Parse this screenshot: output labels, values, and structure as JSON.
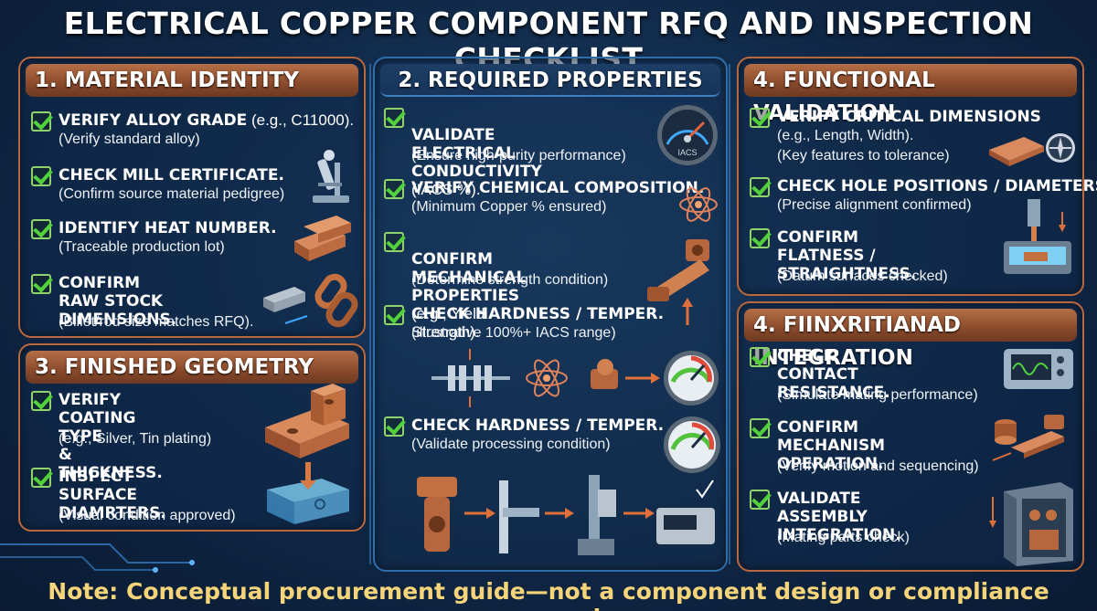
{
  "title": "ELECTRICAL COPPER COMPONENT RFQ AND INSPECTION CHECKLIST",
  "footer": "Note: Conceptual procurement guide—not a component design or compliance approval.",
  "colors": {
    "accent_copper": "#b56f47",
    "check_green": "#52d13c",
    "background": "#0f2745",
    "footer_text": "#f6d57a"
  },
  "sections": {
    "material_identity": {
      "header": "1. MATERIAL IDENTITY",
      "items": [
        {
          "title": "VERIFY ALLOY GRADE",
          "title_suffix": " (e.g., C11000).",
          "desc": "(Verify standard alloy)",
          "icon": "none"
        },
        {
          "title": "CHECK MILL CERTIFICATE.",
          "desc": "(Confirm source material pedigree)",
          "icon": "microscope-icon"
        },
        {
          "title": "IDENTIFY HEAT NUMBER.",
          "desc": "(Traceable production lot)",
          "icon": "copper-bars-icon"
        },
        {
          "title": "CONFIRM RAW STOCK\nDIMENSIONS.",
          "desc": "(Billet/rod size matches RFQ).",
          "icon": "chain-link-icon"
        }
      ]
    },
    "finished_geometry": {
      "header": "3. FINISHED GEOMETRY",
      "items": [
        {
          "title": "VERIFY COATING TYPE\n& THICKNESS.",
          "desc": "(e.g., Silver, Tin plating)",
          "icon": "machined-part-icon"
        },
        {
          "title": "INSPECT SURFACE\nDIAMRTERS.",
          "desc": "(Visual condition approved)",
          "icon": "plating-tank-icon"
        }
      ]
    },
    "required_properties": {
      "header": "2. REQUIRED PROPERTIES",
      "items": [
        {
          "title": "VALIDATE ELECTRICAL\nCONDUCTIVITY",
          "title_suffix": " (IACS %).",
          "desc": "(Ensure high-purity performance)",
          "icon": "gauge-icon",
          "icon_label": "IACS"
        },
        {
          "title": "VERIFY CHEMICAL COMPOSITION.",
          "desc": "(Minimum Copper % ensured)",
          "icon": "atom-icon"
        },
        {
          "title": "CONFIRM MECHANICAL\nPROPERTIES",
          "title_suffix": " (e.g., Yield Strength).",
          "desc": "(Determine strength condition)",
          "icon": "tensile-test-icon"
        },
        {
          "title": "CHECK HARDNESS / TEMPER.",
          "desc": "(illustrative 100%+ IACS range)",
          "icon": "process-flow-icon"
        },
        {
          "title": "CHECK HARDNESS / TEMPER.",
          "desc": "(Validate processing condition)",
          "icon": "gauge-icon"
        }
      ]
    },
    "functional_validation": {
      "header": "4. FUNCTIONAL VALIDATION",
      "items": [
        {
          "title": "VERIFY CRITICAL DIMENSIONS",
          "title_second": "(e.g., Length, Width).",
          "desc": "(Key features to tolerance)",
          "icon": "copper-plate-icon"
        },
        {
          "title": "CHECK HOLE POSITIONS / DIAMETERS.",
          "desc": "(Precise alignment confirmed)",
          "icon": "none"
        },
        {
          "title": "CONFIRM FLATNESS /\nSTRAIGHTNESS.",
          "desc": "(Datum surfaces checked)",
          "icon": "press-fixture-icon"
        }
      ]
    },
    "integration": {
      "header": "4. FIINXRITIANAD INTEGRATION",
      "items": [
        {
          "title": "CHECK CONTACT\nRESISTANCE.",
          "desc": "(Simulate mating performance)",
          "icon": "meter-icon"
        },
        {
          "title": "CONFIRM MECHANISM\nOPERATION.",
          "desc": "(Verify motion and sequencing)",
          "icon": "connectors-icon"
        },
        {
          "title": "VALIDATE ASSEMBLY\nINTEGRATION.",
          "desc": "(Mating parts check)",
          "icon": "cabinet-icon"
        }
      ]
    }
  }
}
